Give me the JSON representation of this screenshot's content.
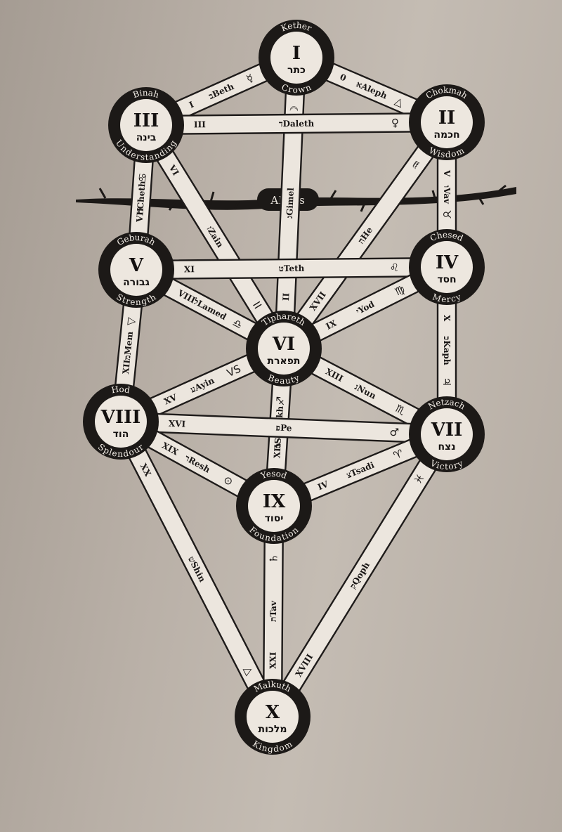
{
  "abyss": {
    "label": "Abyss"
  },
  "sephiroth": [
    {
      "id": "kether",
      "numeral": "I",
      "hebrew": "כתר",
      "top": "Kether",
      "bottom": "Crown"
    },
    {
      "id": "chokmah",
      "numeral": "II",
      "hebrew": "חכמה",
      "top": "Chokmah",
      "bottom": "Wisdom"
    },
    {
      "id": "binah",
      "numeral": "III",
      "hebrew": "בינה",
      "top": "Binah",
      "bottom": "Understanding"
    },
    {
      "id": "chesed",
      "numeral": "IV",
      "hebrew": "חסד",
      "top": "Chesed",
      "bottom": "Mercy"
    },
    {
      "id": "geburah",
      "numeral": "V",
      "hebrew": "גבורה",
      "top": "Geburah",
      "bottom": "Strength"
    },
    {
      "id": "tiphareth",
      "numeral": "VI",
      "hebrew": "תפארת",
      "top": "Tiphareth",
      "bottom": "Beauty"
    },
    {
      "id": "netzach",
      "numeral": "VII",
      "hebrew": "נצח",
      "top": "Netzach",
      "bottom": "Victory"
    },
    {
      "id": "hod",
      "numeral": "VIII",
      "hebrew": "הוד",
      "top": "Hod",
      "bottom": "Splendour"
    },
    {
      "id": "yesod",
      "numeral": "IX",
      "hebrew": "יסוד",
      "top": "Yesod",
      "bottom": "Foundation"
    },
    {
      "id": "malkuth",
      "numeral": "X",
      "hebrew": "מלכות",
      "top": "Malkuth",
      "bottom": "Kingdom"
    }
  ],
  "paths": [
    {
      "from": "kether",
      "to": "chokmah",
      "num": "0",
      "letter": "אAleph",
      "sign": "△"
    },
    {
      "from": "kether",
      "to": "binah",
      "num": "I",
      "letter": "בBeth",
      "sign": "☿"
    },
    {
      "from": "kether",
      "to": "tiphareth",
      "num": "II",
      "letter": "גGimel",
      "sign": "☽"
    },
    {
      "from": "chokmah",
      "to": "binah",
      "num": "III",
      "letter": "דDaleth",
      "sign": "♀"
    },
    {
      "from": "chokmah",
      "to": "tiphareth",
      "num": "XVII",
      "letter": "הHe",
      "sign": "♒"
    },
    {
      "from": "chokmah",
      "to": "chesed",
      "num": "V",
      "letter": "וVav",
      "sign": "♉"
    },
    {
      "from": "binah",
      "to": "tiphareth",
      "num": "VI",
      "letter": "זZain",
      "sign": "II"
    },
    {
      "from": "binah",
      "to": "geburah",
      "num": "VII",
      "letter": "חCheth",
      "sign": "♋"
    },
    {
      "from": "chesed",
      "to": "geburah",
      "num": "XI",
      "letter": "טTeth",
      "sign": "♌"
    },
    {
      "from": "chesed",
      "to": "tiphareth",
      "num": "IX",
      "letter": "יYod",
      "sign": "♍"
    },
    {
      "from": "chesed",
      "to": "netzach",
      "num": "X",
      "letter": "כKaph",
      "sign": "♃"
    },
    {
      "from": "geburah",
      "to": "tiphareth",
      "num": "VIII",
      "letter": "לLamed",
      "sign": "♎"
    },
    {
      "from": "geburah",
      "to": "hod",
      "num": "XII",
      "letter": "מMem",
      "sign": "▽"
    },
    {
      "from": "tiphareth",
      "to": "netzach",
      "num": "XIII",
      "letter": "נNun",
      "sign": "♏"
    },
    {
      "from": "tiphareth",
      "to": "yesod",
      "num": "XIV",
      "letter": "סSamekh",
      "sign": "♐"
    },
    {
      "from": "tiphareth",
      "to": "hod",
      "num": "XV",
      "letter": "עAyin",
      "sign": "VS"
    },
    {
      "from": "netzach",
      "to": "hod",
      "num": "XVI",
      "letter": "פPe",
      "sign": "♂"
    },
    {
      "from": "netzach",
      "to": "yesod",
      "num": "IV",
      "letter": "צTsadi",
      "sign": "♈"
    },
    {
      "from": "netzach",
      "to": "malkuth",
      "num": "XVIII",
      "letter": "קQoph",
      "sign": "♓"
    },
    {
      "from": "hod",
      "to": "yesod",
      "num": "XIX",
      "letter": "רResh",
      "sign": "⊙"
    },
    {
      "from": "hod",
      "to": "malkuth",
      "num": "XX",
      "letter": "שShin",
      "sign": "△"
    },
    {
      "from": "yesod",
      "to": "malkuth",
      "num": "XXI",
      "letter": "תTav",
      "sign": "♄"
    }
  ]
}
